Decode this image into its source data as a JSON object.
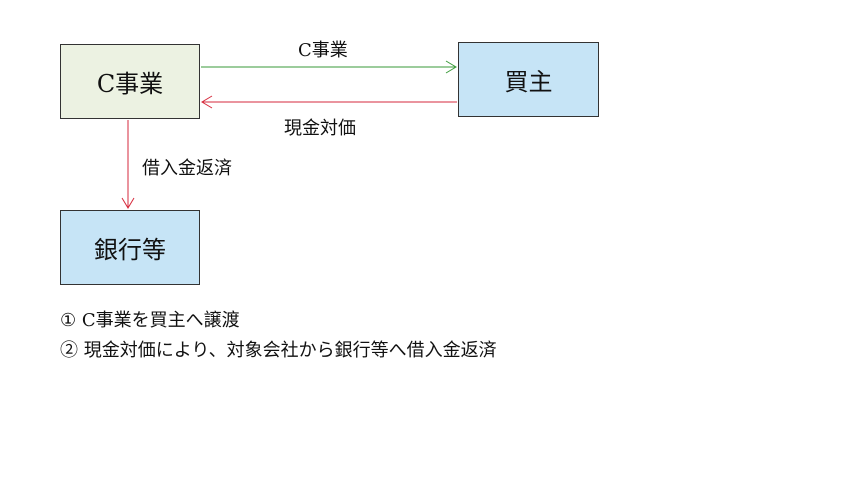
{
  "colors": {
    "business_box_fill": "#ecf2e2",
    "party_box_fill": "#c6e4f6",
    "transfer_arrow": "#3a9a3a",
    "payment_arrow": "#d62a3c"
  },
  "boxes": {
    "c_business": "C事業",
    "buyer": "買主",
    "bank": "銀行等"
  },
  "arrows": {
    "transfer_label": "C事業",
    "cash_label": "現金対価",
    "loan_label": "借入金返済"
  },
  "notes": [
    "① C事業を買主へ譲渡",
    "② 現金対価により、対象会社から銀行等へ借入金返済"
  ]
}
